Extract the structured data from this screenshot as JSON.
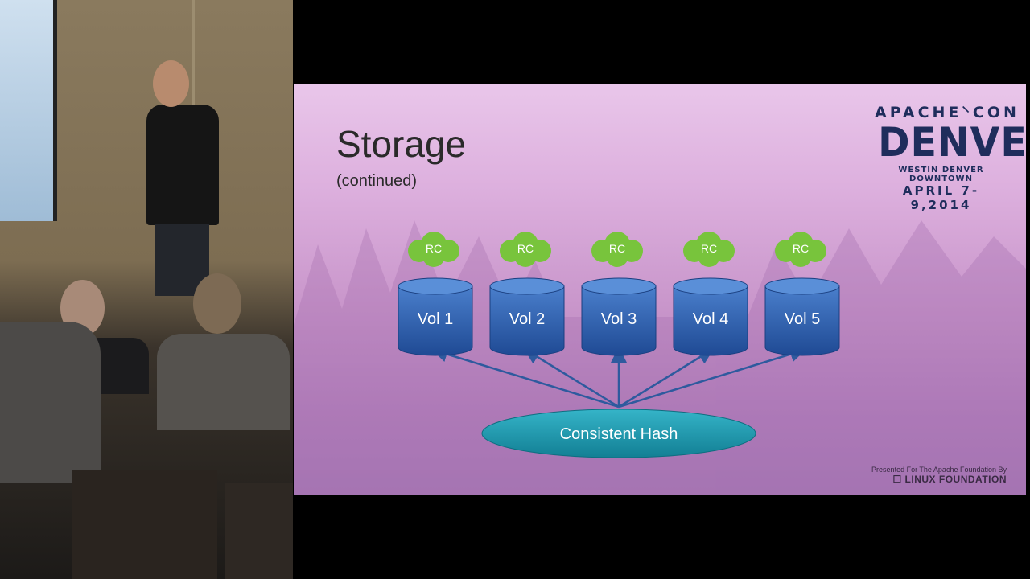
{
  "slide": {
    "title": "Storage",
    "subtitle": "(continued)",
    "logo": {
      "line1": "APACHE⸌CON",
      "line2": "DENVER",
      "line3": "WESTIN DENVER DOWNTOWN",
      "line4": "APRIL 7-9,2014"
    },
    "footer": {
      "presented": "Presented For The Apache Foundation By",
      "org": "☐ LINUX FOUNDATION"
    },
    "diagram": {
      "cache_label": "RC",
      "volumes": [
        "Vol 1",
        "Vol 2",
        "Vol 3",
        "Vol 4",
        "Vol 5"
      ],
      "hash_label": "Consistent Hash"
    }
  },
  "colors": {
    "volume": "#2f5fae",
    "cache": "#7cc93e",
    "hash": "#1c9cb0",
    "arrow": "#2e5a9e"
  }
}
